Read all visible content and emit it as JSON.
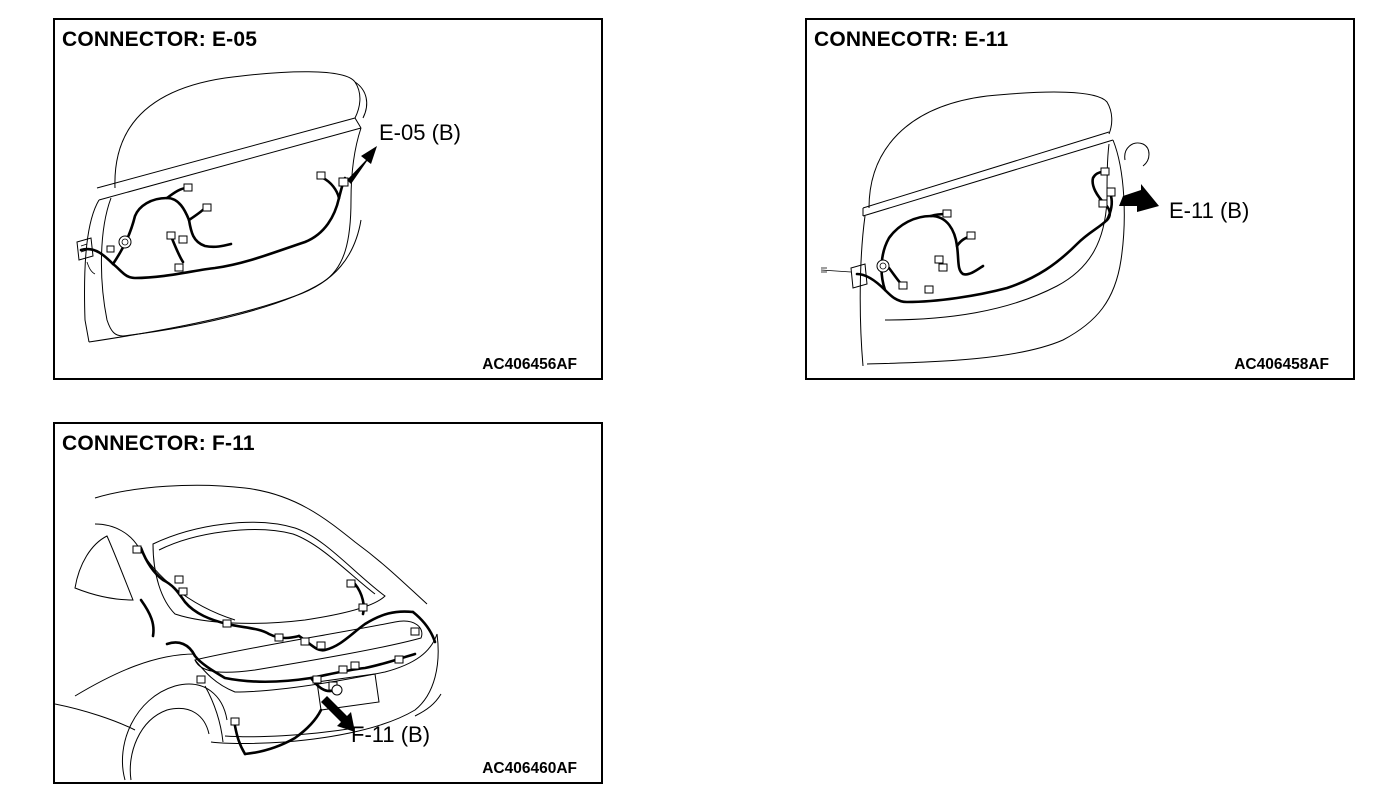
{
  "panels": [
    {
      "title": "CONNECTOR: E-05",
      "callout": "E-05 (B)",
      "code": "AC406456AF"
    },
    {
      "title": "CONNECOTR: E-11",
      "callout": "E-11 (B)",
      "code": "AC406458AF"
    },
    {
      "title": "CONNECTOR: F-11",
      "callout": "F-11 (B)",
      "code": "AC406460AF"
    }
  ]
}
